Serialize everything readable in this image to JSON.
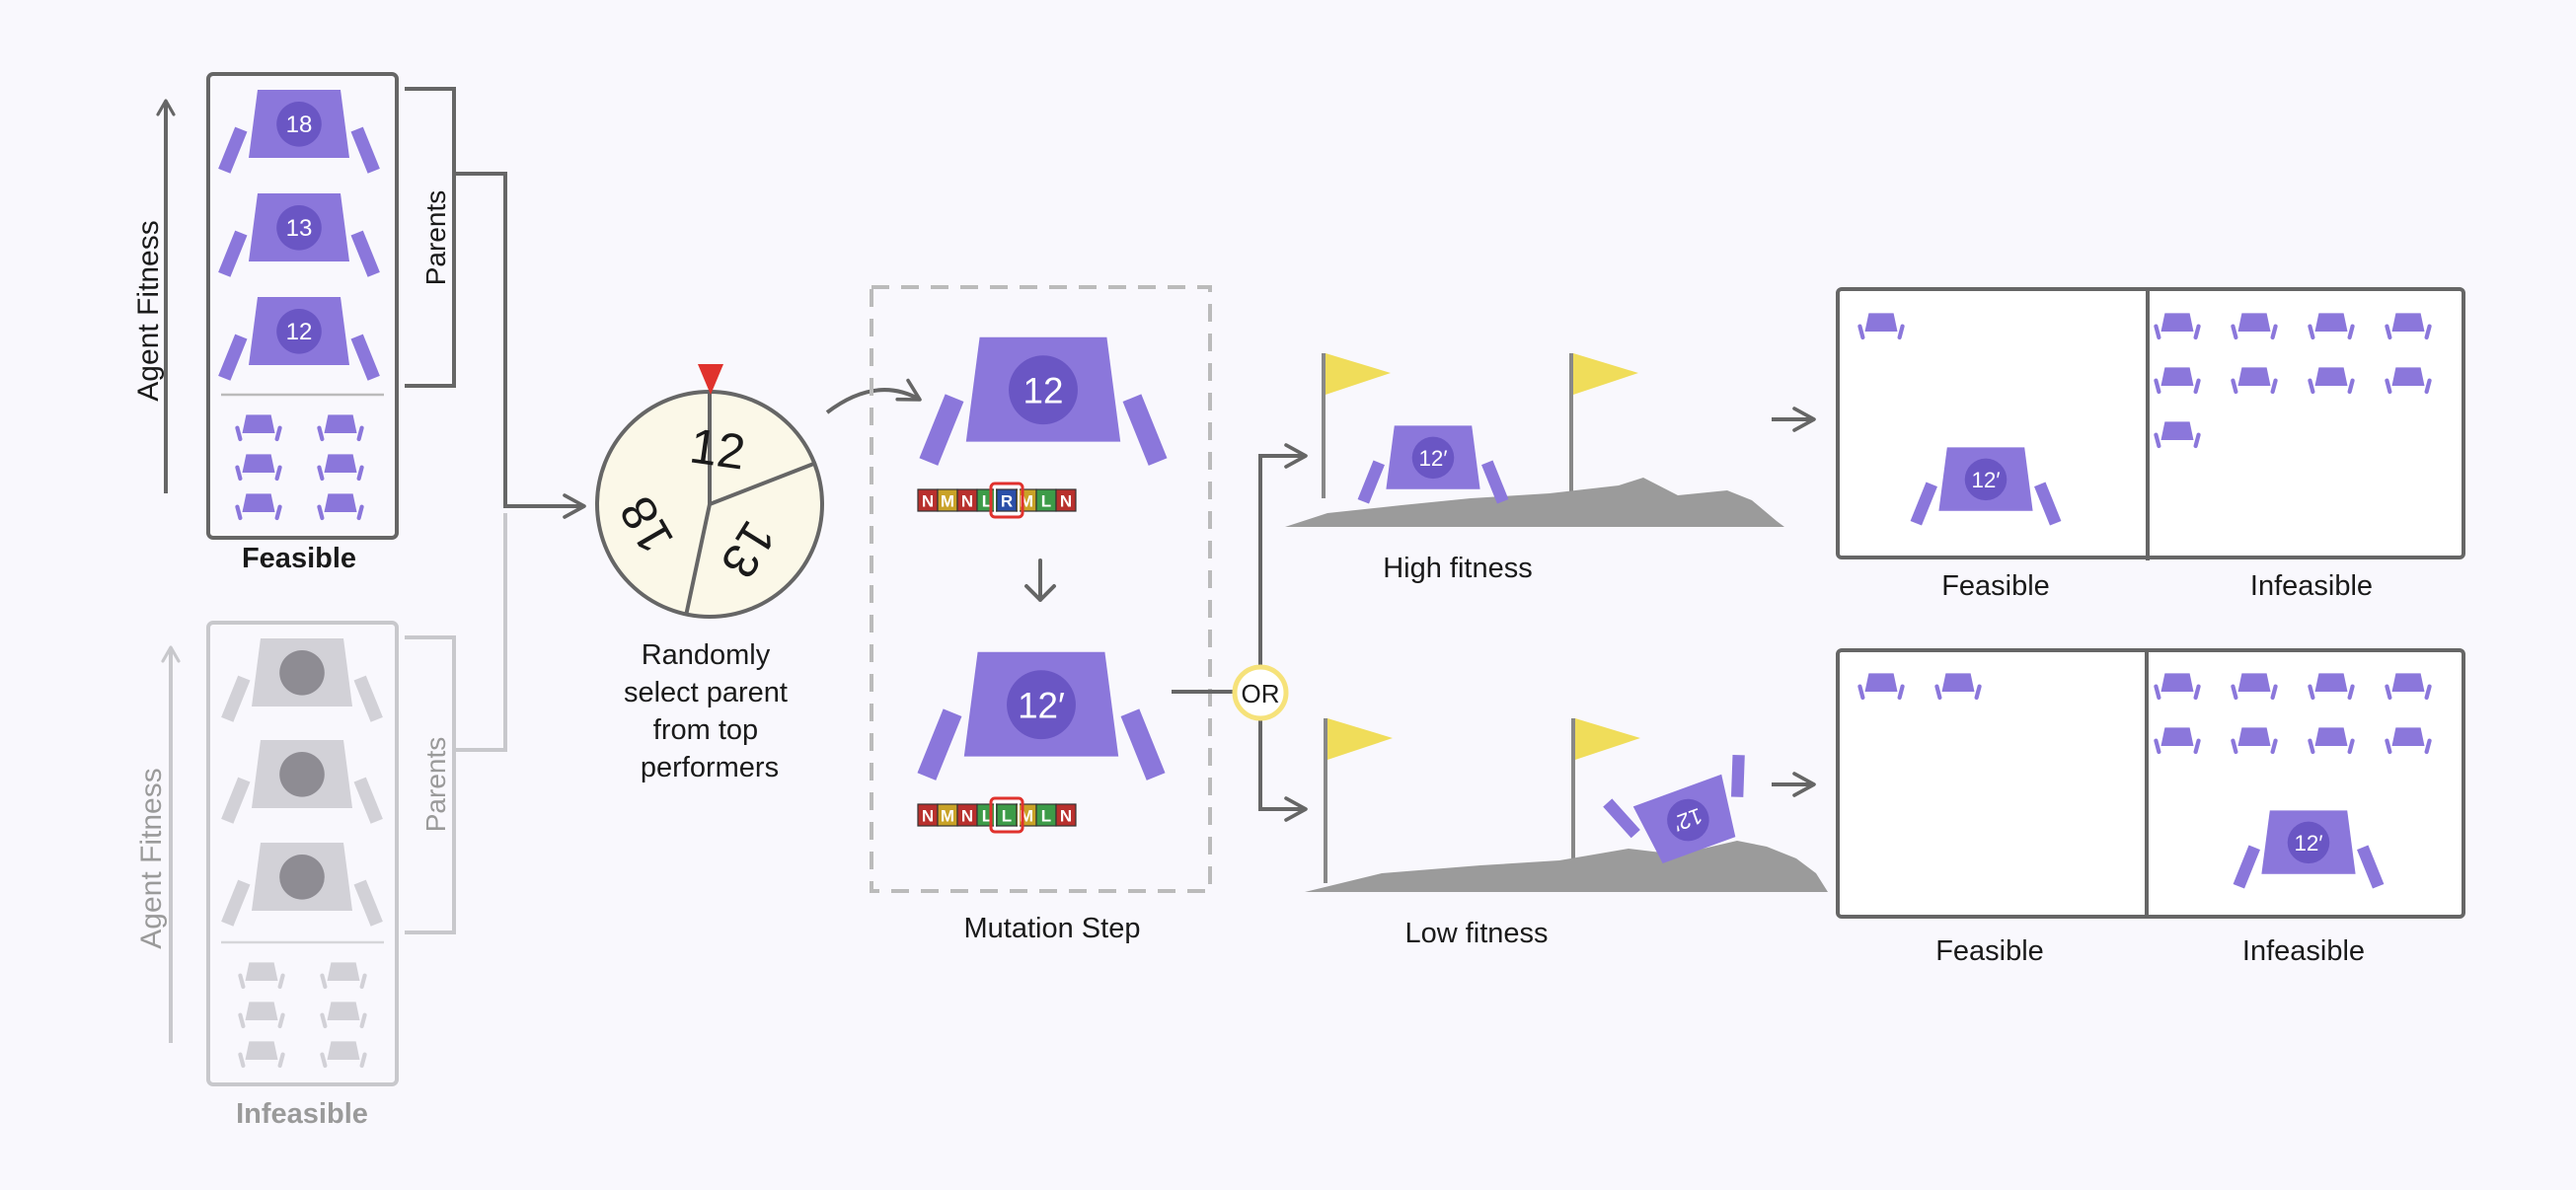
{
  "colors": {
    "background": "#f9f8fd",
    "agent": "#8b77db",
    "agent_badge": "#6a56c4",
    "agent_disabled": "#d2d1d7",
    "agent_badge_disabled": "#8e8c93",
    "frame": "#666666",
    "frame_disabled": "#c8c8cc",
    "text": "#1a1a1a",
    "text_disabled": "#9a9a9a",
    "wheel_fill": "#fbf8e8",
    "pointer": "#e0322d",
    "flag": "#f0dd5a",
    "terrain": "#9b9b9b",
    "or_ring": "#f6e27a",
    "highlight": "#e0322d"
  },
  "population": {
    "feasible": {
      "axis_label": "Agent Fitness",
      "parents_label": "Parents",
      "caption": "Feasible",
      "agents": [
        "18",
        "13",
        "12"
      ]
    },
    "infeasible": {
      "axis_label": "Agent Fitness",
      "parents_label": "Parents",
      "caption": "Infeasible"
    }
  },
  "selection": {
    "wheel_segments": [
      "12",
      "13",
      "18"
    ],
    "caption_lines": [
      "Randomly",
      "select parent",
      "from top",
      "performers"
    ]
  },
  "mutation": {
    "parent_badge": "12",
    "child_badge": "12′",
    "caption": "Mutation Step",
    "genome_before": [
      {
        "letter": "N",
        "color": "#b8302d"
      },
      {
        "letter": "M",
        "color": "#c9a227"
      },
      {
        "letter": "N",
        "color": "#b8302d"
      },
      {
        "letter": "L",
        "color": "#3d9b48"
      },
      {
        "letter": "R",
        "color": "#2b4fa8"
      },
      {
        "letter": "M",
        "color": "#c9a227"
      },
      {
        "letter": "L",
        "color": "#3d9b48"
      },
      {
        "letter": "N",
        "color": "#b8302d"
      }
    ],
    "genome_after": [
      {
        "letter": "N",
        "color": "#b8302d"
      },
      {
        "letter": "M",
        "color": "#c9a227"
      },
      {
        "letter": "N",
        "color": "#b8302d"
      },
      {
        "letter": "L",
        "color": "#3d9b48"
      },
      {
        "letter": "L",
        "color": "#3d9b48"
      },
      {
        "letter": "M",
        "color": "#c9a227"
      },
      {
        "letter": "L",
        "color": "#3d9b48"
      },
      {
        "letter": "N",
        "color": "#b8302d"
      }
    ],
    "mutated_index": 4
  },
  "branch": {
    "or_label": "OR"
  },
  "outcomes": {
    "high": {
      "caption": "High fitness",
      "badge": "12′",
      "feasible_label": "Feasible",
      "infeasible_label": "Infeasible"
    },
    "low": {
      "caption": "Low fitness",
      "badge": "12′",
      "feasible_label": "Feasible",
      "infeasible_label": "Infeasible"
    }
  }
}
